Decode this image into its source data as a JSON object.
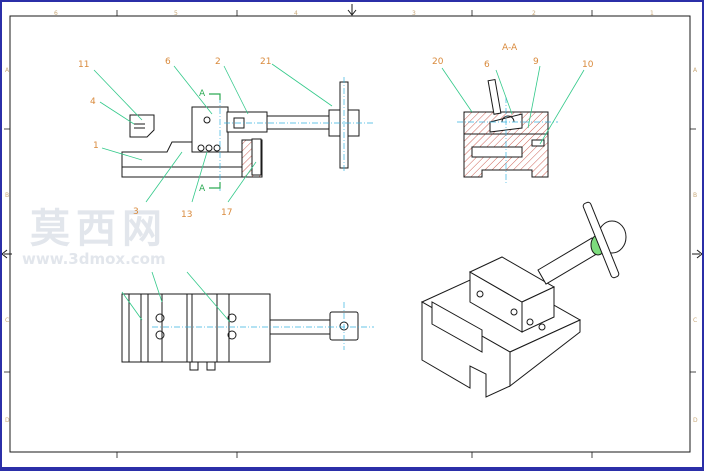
{
  "drawing": {
    "section_label": "A-A",
    "section_marks": [
      "A",
      "A"
    ],
    "callouts": [
      "11",
      "6",
      "2",
      "21",
      "4",
      "1",
      "3",
      "13",
      "17",
      "20",
      "6",
      "9",
      "10"
    ],
    "zone_top": [
      "6",
      "5",
      "4",
      "3",
      "2",
      "1"
    ],
    "zone_side": [
      "A",
      "B",
      "C",
      "D"
    ]
  },
  "watermark": {
    "title": "莫西网",
    "url": "www.3dmox.com"
  },
  "colors": {
    "frame": "#2b2fa8",
    "line": "#1a1a1a",
    "callout": "#d98a3c",
    "leader": "#33c98a",
    "centerline": "#36b3e0",
    "hatch": "#c0392b",
    "section_mark": "#2eaa55",
    "knob_ring": "#7ddc7d"
  }
}
